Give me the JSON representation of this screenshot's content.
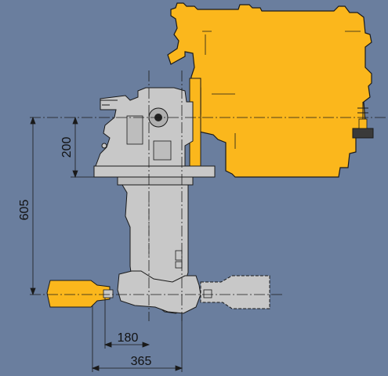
{
  "dimensions": {
    "height_200": "200",
    "height_605": "605",
    "width_180": "180",
    "width_365": "365"
  },
  "colors": {
    "background": "#6a7e9e",
    "engine_fill": "#fbb71c",
    "propeller_fill": "#fbb71c",
    "drive_fill": "#c8c8c8",
    "line": "#1a1a1a"
  },
  "parts": [
    "engine",
    "sail-drive-leg",
    "forward-propeller",
    "aft-propeller",
    "engine-mount",
    "dimension-lines"
  ]
}
